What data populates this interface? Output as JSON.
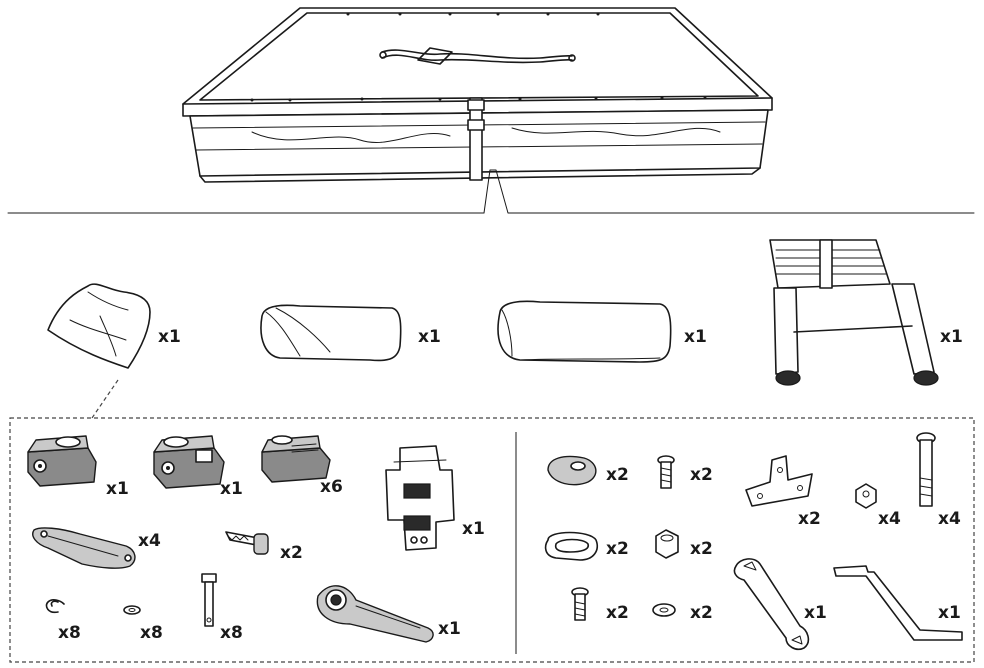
{
  "diagram": {
    "parts": [
      {
        "id": "storage-bag",
        "qty": "x1"
      },
      {
        "id": "rolled-item-a",
        "qty": "x1"
      },
      {
        "id": "rolled-item-b",
        "qty": "x1"
      },
      {
        "id": "ladder",
        "qty": "x1"
      },
      {
        "id": "mount-bracket-a",
        "qty": "x1"
      },
      {
        "id": "mount-bracket-b",
        "qty": "x1"
      },
      {
        "id": "mount-bracket-c",
        "qty": "x6"
      },
      {
        "id": "template-card",
        "qty": "x1"
      },
      {
        "id": "strap-buckle",
        "qty": "x4"
      },
      {
        "id": "key",
        "qty": "x2"
      },
      {
        "id": "e-clip",
        "qty": "x8"
      },
      {
        "id": "spring-washer",
        "qty": "x8"
      },
      {
        "id": "pin-bolt",
        "qty": "x8"
      },
      {
        "id": "ratchet-handle",
        "qty": "x1"
      },
      {
        "id": "hook-piece",
        "qty": "x2"
      },
      {
        "id": "button-screw",
        "qty": "x2"
      },
      {
        "id": "angle-bracket",
        "qty": "x2"
      },
      {
        "id": "square-nut",
        "qty": "x4"
      },
      {
        "id": "long-bolt",
        "qty": "x4"
      },
      {
        "id": "d-ring",
        "qty": "x2"
      },
      {
        "id": "lock-nut",
        "qty": "x2"
      },
      {
        "id": "flat-screw",
        "qty": "x2"
      },
      {
        "id": "flat-washer",
        "qty": "x2"
      },
      {
        "id": "open-wrench",
        "qty": "x1"
      },
      {
        "id": "hex-key",
        "qty": "x1"
      }
    ]
  }
}
